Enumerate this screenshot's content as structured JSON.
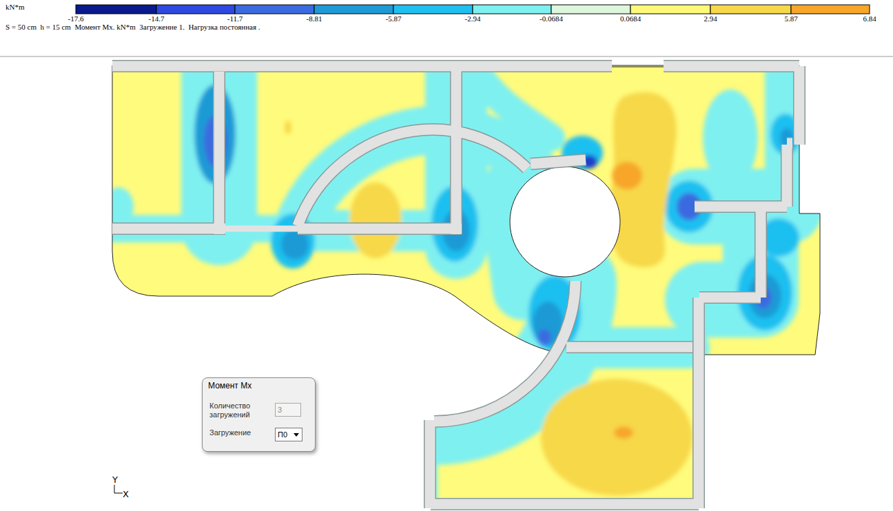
{
  "diagram": {
    "title": "S = 50 cm  h = 15 cm  Момент Mx. kN*m  Загружение 1.  Нагрузка постоянная .",
    "nodes": [
      {
        "text": [
          "Момент Mx",
          "Количество загружений",
          "Загружение"
        ]
      },
      {
        "text": [
          "3"
        ],
        "in": 0
      },
      {
        "text": [
          "П0"
        ],
        "in": 0
      }
    ],
    "labels": [
      "kN*m",
      "-17.6",
      "-14.7",
      "-11.7",
      "-8.81",
      "-5.87",
      "-2.94",
      "-0.0684",
      "0.0684",
      "2.94",
      "5.87",
      "6.84",
      "Y",
      "X"
    ]
  }
}
